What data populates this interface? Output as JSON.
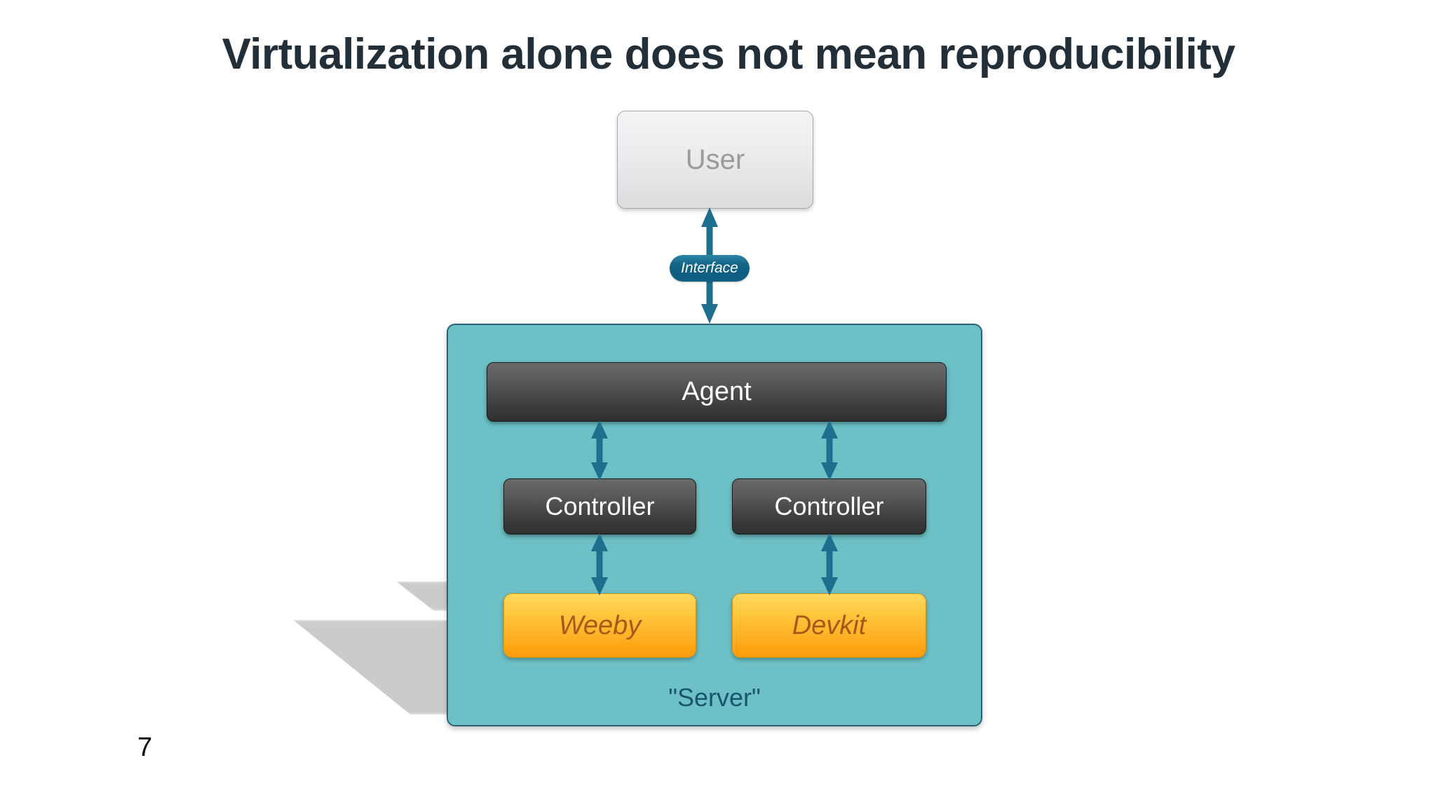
{
  "slide": {
    "title": "Virtualization alone does not mean reproducibility",
    "page_number": "7",
    "background_color": "#ffffff",
    "title_color": "#232f38"
  },
  "diagram": {
    "user": {
      "label": "User",
      "text_color": "#9a9a9c",
      "fill_top": "#f4f4f6",
      "fill_bottom": "#dcdcde"
    },
    "interface_connector": {
      "label": "Interface",
      "pill_color": "#0f5d80",
      "text_color": "#ffffff",
      "arrow_color": "#1e6f8d",
      "arrow_type": "double-headed-vertical"
    },
    "server": {
      "label": "\"Server\"",
      "fill": "#6cc0c6",
      "border": "#2b6376",
      "label_color": "#19556e"
    },
    "agent": {
      "label": "Agent",
      "text_color": "#ffffff",
      "fill_top": "#6a6a6a",
      "fill_bottom": "#2f2f2f"
    },
    "controllers": [
      {
        "label": "Controller",
        "text_color": "#ffffff"
      },
      {
        "label": "Controller",
        "text_color": "#ffffff"
      }
    ],
    "tools": [
      {
        "label": "Weeby",
        "text_color": "#a8591a",
        "fill_top": "#ffd95e",
        "fill_bottom": "#ff9c0d"
      },
      {
        "label": "Devkit",
        "text_color": "#a8591a",
        "fill_top": "#ffd95e",
        "fill_bottom": "#ff9c0d"
      }
    ],
    "connector_color": "#1e6f8d",
    "connectors": [
      {
        "from": "user",
        "to": "server",
        "type": "double-headed",
        "badge": "Interface"
      },
      {
        "from": "agent",
        "to": "controller-left",
        "type": "double-headed"
      },
      {
        "from": "agent",
        "to": "controller-right",
        "type": "double-headed"
      },
      {
        "from": "controller-left",
        "to": "weeby",
        "type": "double-headed"
      },
      {
        "from": "controller-right",
        "to": "devkit",
        "type": "double-headed"
      }
    ]
  }
}
